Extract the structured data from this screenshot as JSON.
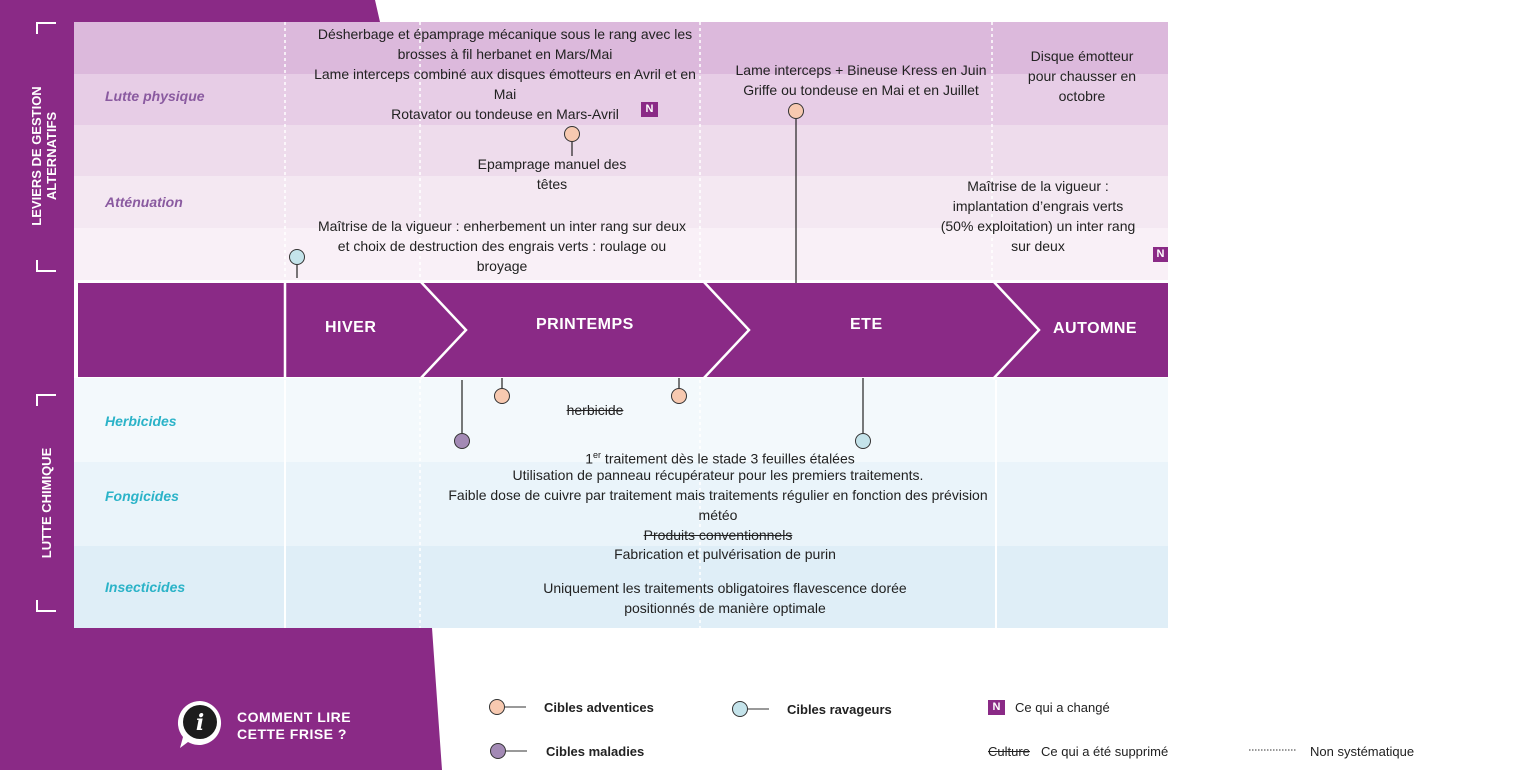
{
  "side_titles": {
    "alternatifs": "LEVIERS DE GESTION ALTERNATIFS",
    "chimique": "LUTTE CHIMIQUE"
  },
  "rows": {
    "lutte_physique": "Lutte physique",
    "attenuation": "Atténuation",
    "herbicides": "Herbicides",
    "fongicides": "Fongicides",
    "insecticides": "Insecticides"
  },
  "seasons": {
    "hiver": "HIVER",
    "printemps": "PRINTEMPS",
    "ete": "ETE",
    "automne": "AUTOMNE"
  },
  "physique": {
    "line1": "Désherbage et épamprage mécanique sous le rang avec les",
    "line2": "brosses à fil  herbanet en Mars/Mai",
    "line3": "Lame interceps combiné aux  disques émotteurs  en Avril et en",
    "line4": "Mai",
    "line5": "Rotavator ou tondeuse en Mars-Avril",
    "ete_line1": "Lame interceps + Bineuse Kress  en  Juin",
    "ete_line2": "Griffe ou tondeuse en Mai et en Juillet",
    "aut_line1": "Disque émotteur",
    "aut_line2": "pour chausser en",
    "aut_line3": "octobre"
  },
  "attenuation": {
    "epamp_line1": "Epamprage manuel des",
    "epamp_line2": "têtes",
    "vig_line1": "Maîtrise de la vigueur : enherbement un inter rang sur deux",
    "vig_line2": "et choix de destruction des engrais verts : roulage ou",
    "vig_line3": "broyage",
    "aut_line1": "Maîtrise de la vigueur :",
    "aut_line2": "implantation d’engrais verts",
    "aut_line3": "(50% exploitation) un inter rang",
    "aut_line4": "sur deux"
  },
  "chimique": {
    "herbicide": "herbicide",
    "trait_pre": "1",
    "trait_sup": "er",
    "trait_post": " traitement dès le stade 3 feuilles étalées",
    "fong_line1": "Utilisation de panneau récupérateur pour les premiers traitements.",
    "fong_line2": "Faible dose de cuivre par traitement mais traitements régulier en fonction des prévision",
    "fong_line3": "météo",
    "fong_line4": "Produits conventionnels",
    "ins_line1": "Fabrication et pulvérisation de purin",
    "ins_line2": "Uniquement les traitements obligatoires flavescence dorée",
    "ins_line3": "positionnés de manière optimale"
  },
  "badge": "N",
  "legend": {
    "info_line1": "COMMENT LIRE",
    "info_line2": "CETTE FRISE ?",
    "info_icon": "i",
    "adventices": "Cibles adventices",
    "ravageurs": "Cibles ravageurs",
    "maladies": "Cibles maladies",
    "change": "Ce qui a changé",
    "culture": "Culture",
    "supprime": "Ce qui a été supprimé",
    "non_syst": "Non systématique"
  },
  "colors": {
    "purple": "#8a2a86",
    "adventice": "#f7c9b0",
    "ravageur": "#c4e3ea",
    "maladie": "#a38ab5"
  }
}
